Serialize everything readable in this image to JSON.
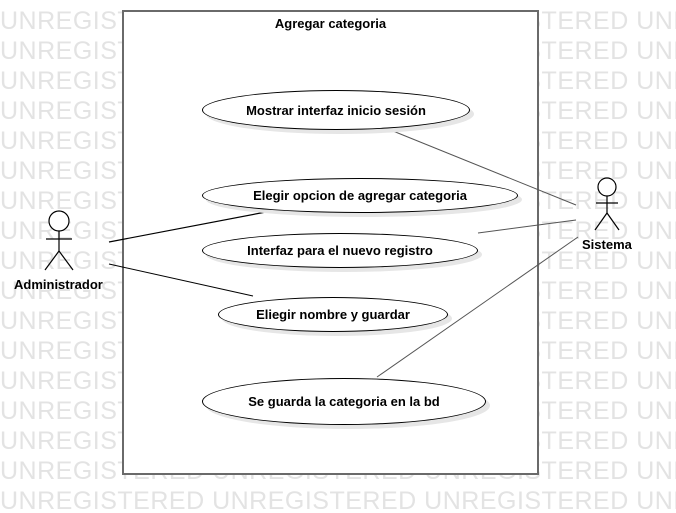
{
  "watermark": {
    "text": "UNREGISTERED UNREGISTERED UNREGISTERED UNREGISTERED"
  },
  "system": {
    "title": "Agregar categoria"
  },
  "actors": {
    "admin": {
      "label": "Administrador"
    },
    "sistema": {
      "label": "Sistema"
    }
  },
  "use_cases": {
    "mostrar": "Mostrar interfaz inicio sesión",
    "elegir_opcion": "Elegir opcion de agregar categoria",
    "interfaz_registro": "Interfaz para el nuevo registro",
    "nombre_guardar": "Eliegir nombre y guardar",
    "guarda_bd": "Se guarda la categoria en la bd"
  }
}
